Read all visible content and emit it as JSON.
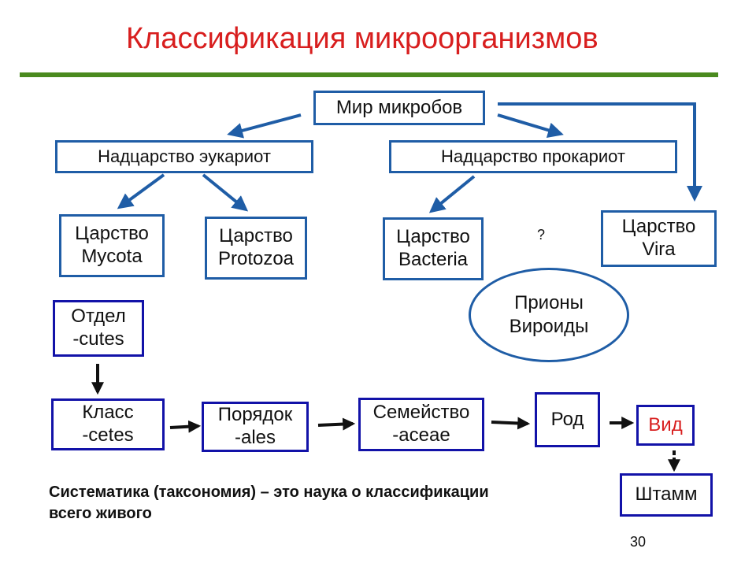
{
  "title": "Классификация микроорганизмов",
  "nodes": {
    "world": "Мир микробов",
    "eukaryotes": "Надцарство эукариот",
    "prokaryotes": "Надцарство прокариот",
    "mycota": [
      "Царство",
      "Mycota"
    ],
    "protozoa": [
      "Царство",
      "Protozoa"
    ],
    "bacteria": [
      "Царство",
      "Bacteria"
    ],
    "vira": [
      "Царство",
      "Vira"
    ],
    "prions": [
      "Прионы",
      "Вироиды"
    ],
    "division": [
      "Отдел",
      "-cutes"
    ],
    "class": [
      "Класс",
      "-cetes"
    ],
    "order": [
      "Порядок",
      "-ales"
    ],
    "family": [
      "Семейство",
      "-aceae"
    ],
    "genus": "Род",
    "species": "Вид",
    "strain": "Штамм"
  },
  "question_mark": "?",
  "definition": [
    "Систематика (таксономия) – это наука о классификации",
    "всего живого"
  ],
  "page_number": "30",
  "colors": {
    "title": "#d81e1e",
    "rule": "#4a8a1e",
    "border_blue": "#1f5da6",
    "border_navy": "#1212a8",
    "species_text": "#d81e1e"
  }
}
